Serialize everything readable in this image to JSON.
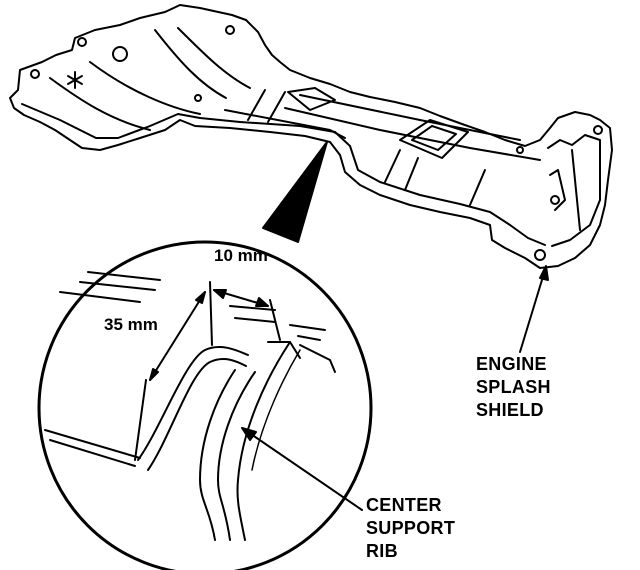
{
  "labels": {
    "dim_10": "10 mm",
    "dim_35": "35 mm",
    "engine_splash_shield": [
      "ENGINE",
      "SPLASH",
      "SHIELD"
    ],
    "center_support_rib": [
      "CENTER",
      "SUPPORT",
      "RIB"
    ]
  },
  "colors": {
    "ink": "#000000",
    "paper": "#ffffff"
  }
}
